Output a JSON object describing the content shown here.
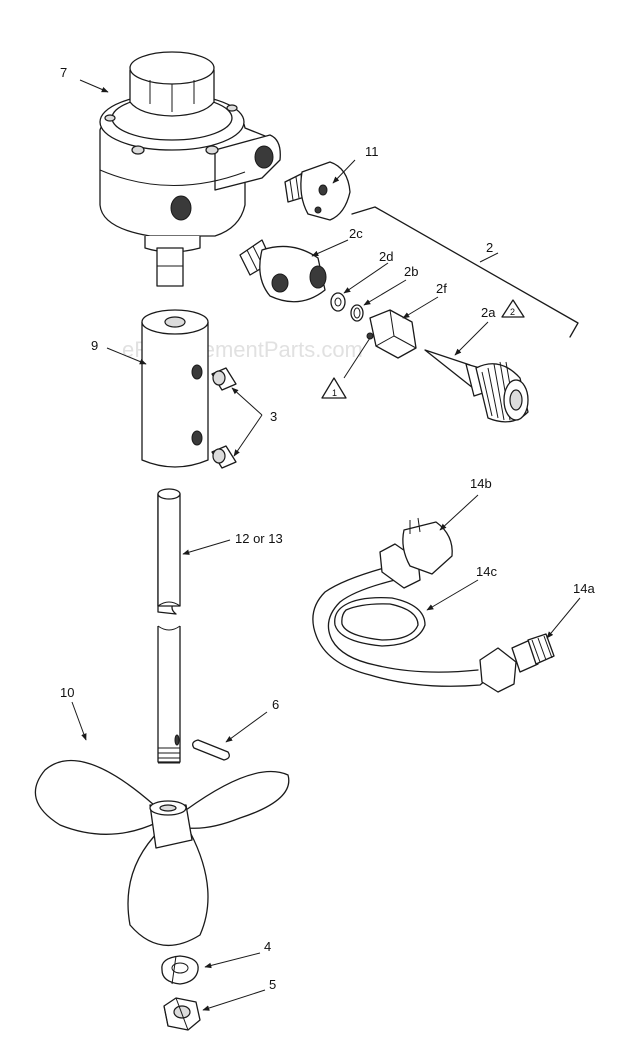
{
  "watermark": "eReplacementParts.com",
  "labels": {
    "l7": "7",
    "l11": "11",
    "l2": "2",
    "l2c": "2c",
    "l2d": "2d",
    "l2b": "2b",
    "l2f": "2f",
    "l2a": "2a",
    "l9": "9",
    "l3": "3",
    "l1213": "12 or 13",
    "l14b": "14b",
    "l14c": "14c",
    "l14a": "14a",
    "l10": "10",
    "l6": "6",
    "l4": "4",
    "l5": "5"
  },
  "notes": {
    "n1": "1",
    "n2": "2"
  }
}
